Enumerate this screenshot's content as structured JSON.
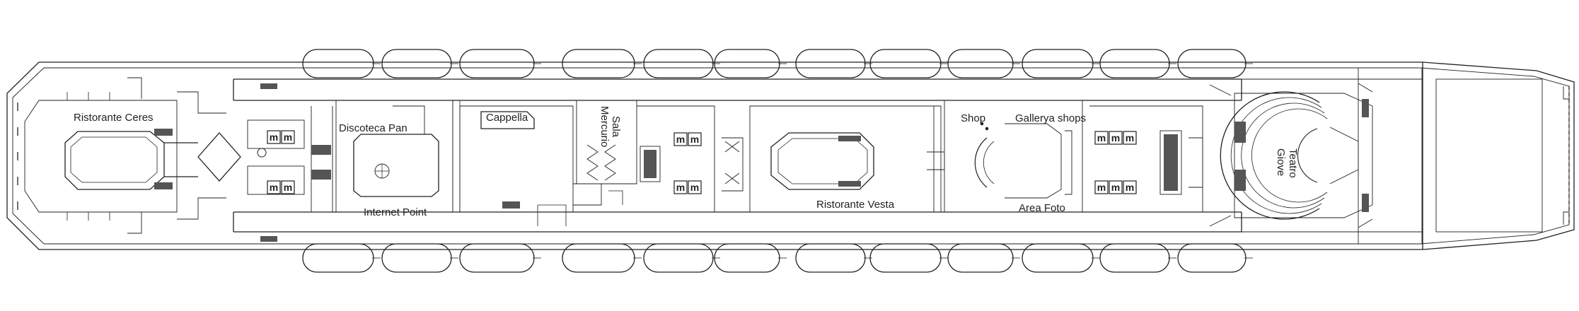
{
  "deck_plan": {
    "labels": {
      "ristorante_ceres": "Ristorante Ceres",
      "discoteca_pan": "Discoteca Pan",
      "cappella": "Cappella",
      "sala": "Sala",
      "mercurio": "Mercurio",
      "internet_point": "Internet Point",
      "ristorante_vesta": "Ristorante Vesta",
      "shop": "Shop",
      "galleria_shops": "Gallerya shops",
      "area_foto": "Area Foto",
      "teatro": "Teatro",
      "giove": "Giove"
    },
    "elevator_glyph": "m",
    "colors": {
      "line": "#231f20",
      "fill": "#ffffff",
      "stair_fill": "#555555"
    },
    "icons": [
      "lifeboat-icon",
      "elevator-icon",
      "stairs-icon",
      "door-icon"
    ]
  }
}
